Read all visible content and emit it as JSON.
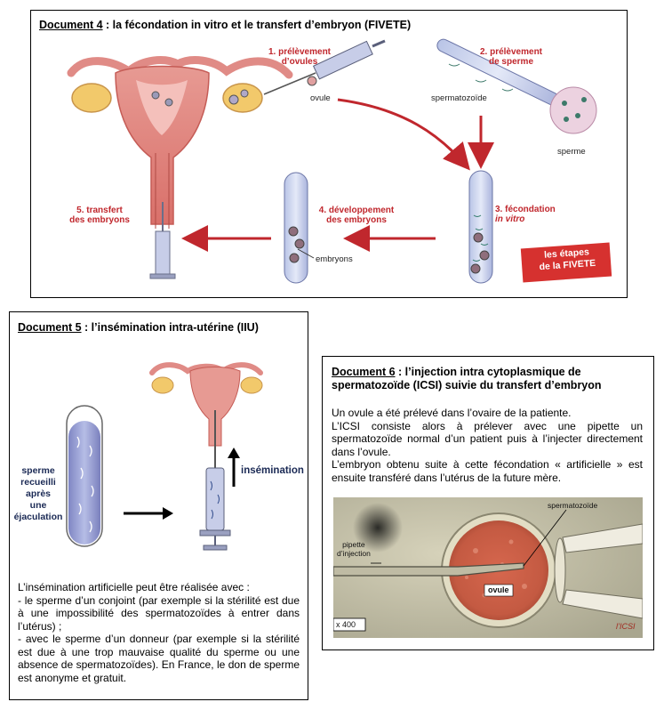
{
  "doc4": {
    "title_ref": "Document 4",
    "title_text": " : la fécondation in vitro et le transfert d’embryon (FIVETE)",
    "label_1_line1": "1. prélèvement",
    "label_1_line2": "d’ovules",
    "label_ovule": "ovule",
    "label_2_line1": "2. prélèvement",
    "label_2_line2": "de sperme",
    "label_spermatozoide": "spermatozoïde",
    "label_sperme": "sperme",
    "label_3_line1": "3. fécondation",
    "label_3_line2": "in vitro",
    "label_4_line1": "4. développement",
    "label_4_line2": "des embryons",
    "label_embryons": "embryons",
    "label_5_line1": "5. transfert",
    "label_5_line2": "des embryons",
    "stamp_line1": "les étapes",
    "stamp_line2": "de la FIVETE"
  },
  "doc5": {
    "title_ref": "Document 5",
    "title_text": " : l’insémination intra-utérine (IIU)",
    "tube_label": [
      "sperme",
      "recueilli",
      "après",
      "une",
      "éjaculation"
    ],
    "arrow_label": "insémination",
    "paragraphs": [
      "L’insémination artificielle peut être réalisée avec :",
      "- le sperme d’un conjoint (par exemple si la stérilité est due à une impossibilité des spermatozoïdes à entrer dans l’utérus) ;",
      "- avec le sperme d’un donneur (par exemple si la stérilité est due à une trop mauvaise qualité du sperme ou une absence de spermatozoïdes). En France, le don de sperme est anonyme et gratuit."
    ]
  },
  "doc6": {
    "title_ref": "Document 6",
    "title_text": " : l’injection intra cytoplasmique de spermatozoïde (ICSI) suivie du transfert d’embryon",
    "paragraphs": [
      "Un ovule a été prélevé dans l’ovaire de la patiente.",
      "L’ICSI consiste alors à prélever avec une pipette un spermatozoïde normal d’un patient puis à l’injecter directement dans l’ovule.",
      "L’embryon obtenu suite à cette fécondation « artificielle » est ensuite transféré dans l’utérus de la future mère."
    ],
    "photo_label_sperm": "spermatozoïde",
    "photo_label_pipette_line1": "pipette",
    "photo_label_pipette_line2": "d’injection",
    "photo_label_ovule": "ovule",
    "photo_magnification": "x 400",
    "photo_caption": "l’ICSI"
  }
}
